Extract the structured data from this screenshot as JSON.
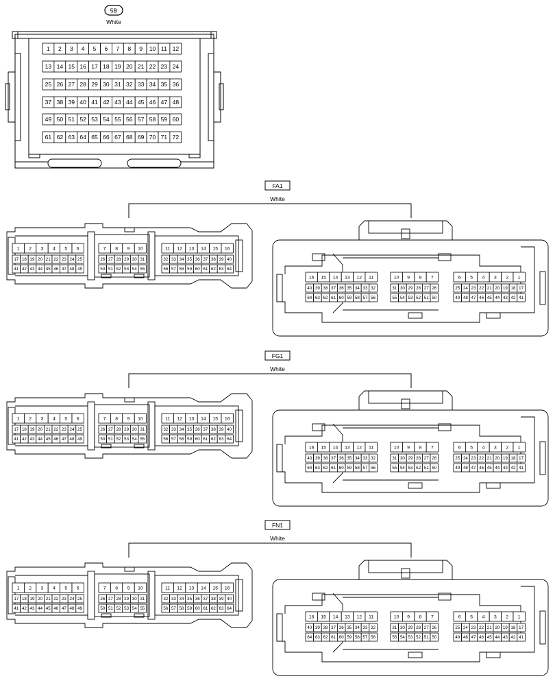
{
  "connectors": {
    "c5b": {
      "code": "5B",
      "color": "White",
      "rows": [
        [
          "1",
          "2",
          "3",
          "4",
          "5",
          "6",
          "7",
          "8",
          "9",
          "10",
          "11",
          "12"
        ],
        [
          "13",
          "14",
          "15",
          "16",
          "17",
          "18",
          "19",
          "20",
          "21",
          "22",
          "23",
          "24"
        ],
        [
          "25",
          "26",
          "27",
          "28",
          "29",
          "30",
          "31",
          "32",
          "33",
          "34",
          "35",
          "36"
        ],
        [
          "37",
          "38",
          "39",
          "40",
          "41",
          "42",
          "43",
          "44",
          "45",
          "46",
          "47",
          "48"
        ],
        [
          "49",
          "50",
          "51",
          "52",
          "53",
          "54",
          "55",
          "56",
          "57",
          "58",
          "59",
          "60"
        ],
        [
          "61",
          "62",
          "63",
          "64",
          "65",
          "66",
          "67",
          "68",
          "69",
          "70",
          "71",
          "72"
        ]
      ]
    },
    "pairs": [
      {
        "code": "FA1",
        "color": "White"
      },
      {
        "code": "FG1",
        "color": "White"
      },
      {
        "code": "FN1",
        "color": "White"
      }
    ]
  },
  "pin_layout": {
    "left_view": [
      {
        "top": [
          "1",
          "2",
          "3",
          "4",
          "5",
          "6"
        ],
        "mid": [
          "17",
          "18",
          "19",
          "20",
          "21",
          "22",
          "23",
          "24",
          "25"
        ],
        "bot": [
          "41",
          "42",
          "43",
          "44",
          "45",
          "46",
          "47",
          "48",
          "49"
        ]
      },
      {
        "top": [
          "7",
          "8",
          "9",
          "10"
        ],
        "mid": [
          "26",
          "27",
          "28",
          "29",
          "30",
          "31"
        ],
        "bot": [
          "50",
          "51",
          "52",
          "53",
          "54",
          "55"
        ]
      },
      {
        "top": [
          "11",
          "12",
          "13",
          "14",
          "15",
          "16"
        ],
        "mid": [
          "32",
          "33",
          "34",
          "35",
          "36",
          "37",
          "38",
          "39",
          "40"
        ],
        "bot": [
          "56",
          "57",
          "58",
          "59",
          "60",
          "61",
          "62",
          "63",
          "64"
        ]
      }
    ],
    "right_view": [
      {
        "top": [
          "16",
          "15",
          "14",
          "13",
          "12",
          "11"
        ],
        "mid": [
          "40",
          "39",
          "38",
          "37",
          "36",
          "35",
          "34",
          "33",
          "32"
        ],
        "bot": [
          "64",
          "63",
          "62",
          "61",
          "60",
          "59",
          "58",
          "57",
          "56"
        ]
      },
      {
        "top": [
          "10",
          "9",
          "8",
          "7"
        ],
        "mid": [
          "31",
          "30",
          "29",
          "28",
          "27",
          "26"
        ],
        "bot": [
          "55",
          "54",
          "53",
          "52",
          "51",
          "50"
        ]
      },
      {
        "top": [
          "6",
          "5",
          "4",
          "3",
          "2",
          "1"
        ],
        "mid": [
          "25",
          "24",
          "23",
          "22",
          "21",
          "20",
          "19",
          "18",
          "17"
        ],
        "bot": [
          "49",
          "48",
          "47",
          "46",
          "45",
          "44",
          "43",
          "42",
          "41"
        ]
      }
    ]
  }
}
